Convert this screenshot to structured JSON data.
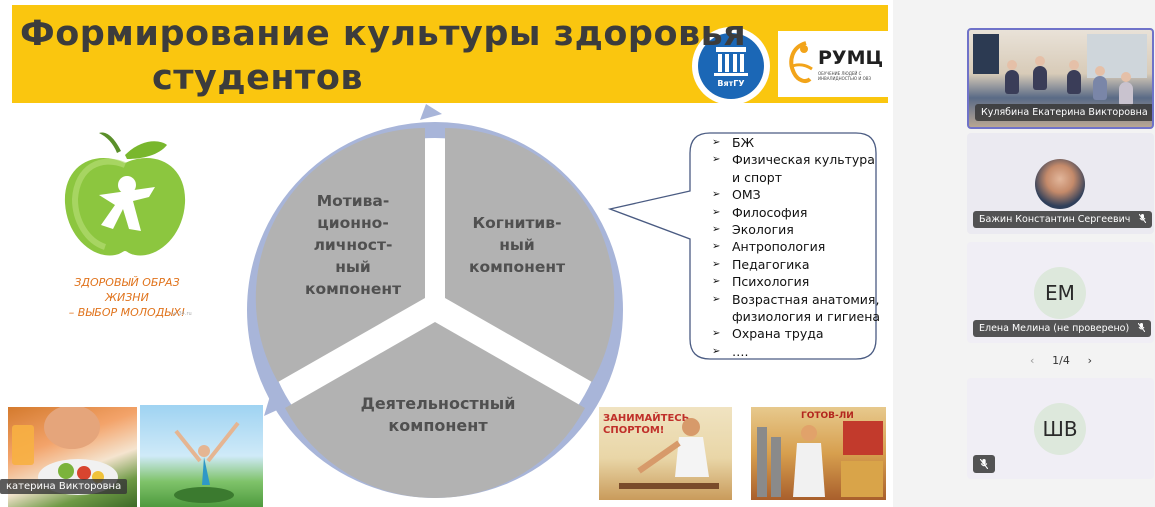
{
  "slide": {
    "title_line1": "Формирование культуры здоровья",
    "title_line2": "студентов",
    "logo_vyatgu_text": "ВятГУ",
    "logo_rumc_text": "РУМЦ",
    "logo_rumc_subtitle": "ОБУЧЕНИЕ ЛЮДЕЙ С ИНВАЛИДНОСТЬЮ И ОВЗ",
    "apple_slogan_line1": "ЗДОРОВЫЙ ОБРАЗ ЖИЗНИ",
    "apple_slogan_line2": "– ВЫБОР МОЛОДЫХ!",
    "apple_site": "vr-34.ru",
    "components": {
      "motivation": [
        "Мотива-",
        "ционно-",
        "личност-",
        "ный",
        "компонент"
      ],
      "cognitive": [
        "Когнитив-",
        "ный",
        "компонент"
      ],
      "activity": [
        "Деятельностный",
        "компонент"
      ]
    },
    "disciplines": [
      "БЖ",
      "Физическая культура и спорт",
      "ОМЗ",
      "Философия",
      "Экология",
      "Антропология",
      "Педагогика",
      "Психология",
      "Возрастная анатомия, физиология и гигиена",
      "Охрана труда",
      "…."
    ],
    "poster1_title": "ЗАНИМАЙТЕСЬ СПОРТОМ!",
    "poster2_title": "ГОТОВ-ЛИ"
  },
  "presenter_overlay_name": "катерина Викторовна",
  "participants": [
    {
      "name": "Кулябина Екатерина Викторовна",
      "muted": false,
      "active": true
    },
    {
      "name": "Бажин Константин Сергеевич",
      "muted": true,
      "active": false
    },
    {
      "name": "Елена Мелина (не проверено)",
      "initials": "ЕМ",
      "muted": true,
      "active": false
    },
    {
      "name": "",
      "initials": "ШВ",
      "muted": true,
      "active": false
    }
  ],
  "pager": {
    "label": "1/4",
    "prev_icon": "chevron-left-icon",
    "next_icon": "chevron-right-icon"
  },
  "colors": {
    "banner": "#fac60f",
    "ring": "#a8b5d9",
    "segment": "#b2b2b2",
    "active_border": "#6f72c9"
  }
}
